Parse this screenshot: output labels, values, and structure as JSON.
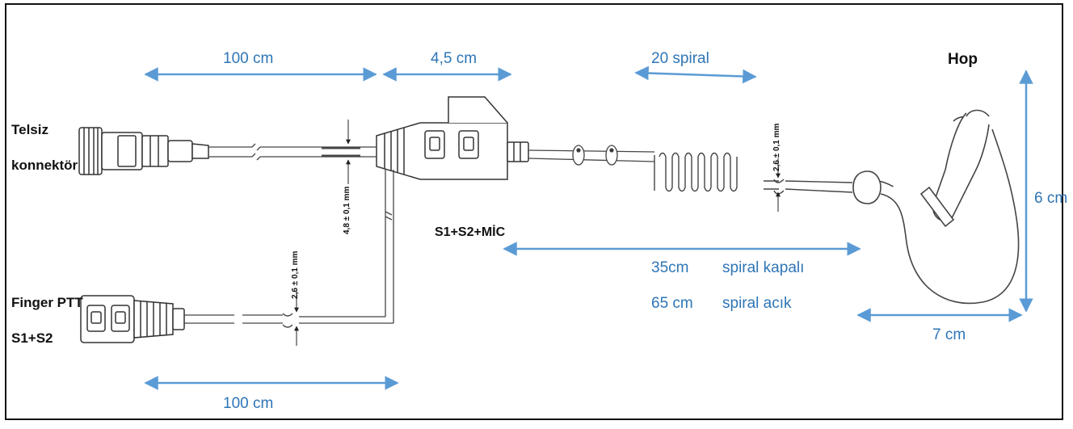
{
  "labels": {
    "radio_connector_line1": "Telsiz",
    "radio_connector_line2": "konnektör",
    "finger_ptt_line1": "Finger PTT",
    "finger_ptt_line2": "S1+S2",
    "hop": "Hop",
    "mic_switch": "S1+S2+MİC"
  },
  "dimensions": {
    "top_cable": "100 cm",
    "box_width": "4,5 cm",
    "spiral_count": "20 spiral",
    "bottom_cable": "100 cm",
    "hook_height": "6 cm",
    "hook_width": "7 cm",
    "length_closed_value": "35cm",
    "length_closed_label": "spiral kapalı",
    "length_open_value": "65 cm",
    "length_open_label": "spiral acık",
    "diameter_main": "4,8 ± 0,1 mm",
    "diameter_ptt": "2,6 ± 0,1 mm",
    "diameter_spiral": "2,6 ± 0,1 mm"
  },
  "colors": {
    "dimension_arrow": "#5b9bd5",
    "dimension_text": "#2e75b6",
    "drawing_line": "#333333"
  }
}
